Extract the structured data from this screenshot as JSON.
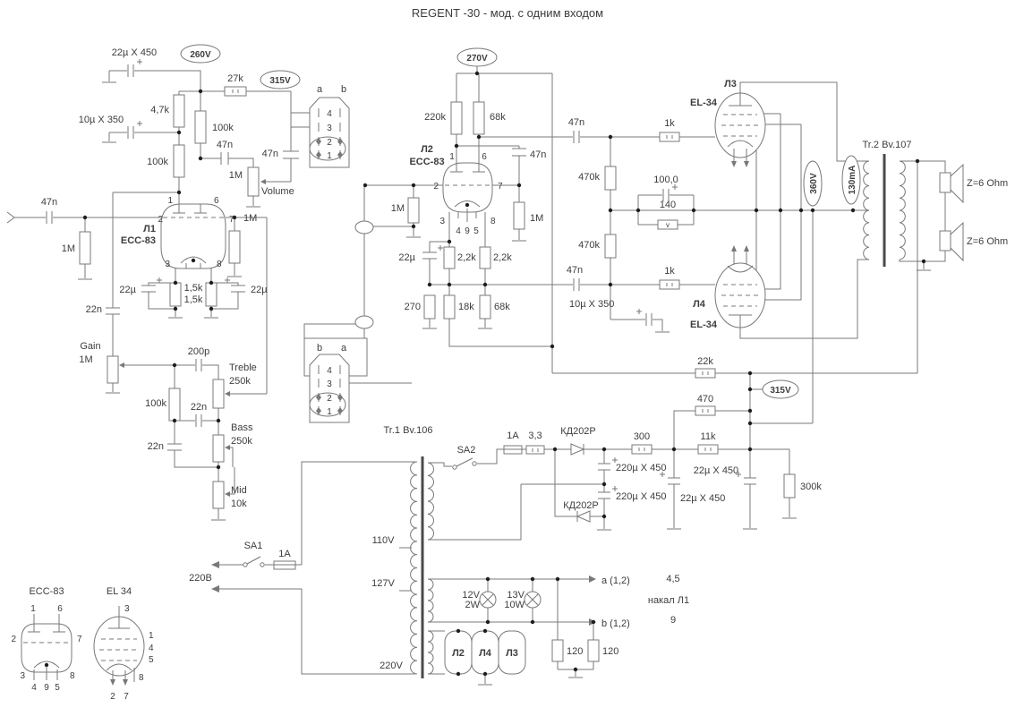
{
  "title": "REGENT -30 - мод. с одним входом",
  "labels": {
    "v260": "260V",
    "v315": "315V",
    "v270": "270V",
    "v360": "360V",
    "i130": "130mA",
    "c22u450": "22µ X 450",
    "c10u350": "10µ X 350",
    "c220u450": "220µ X 450",
    "c22u": "22µ",
    "c47n": "47n",
    "c22n": "22n",
    "c200p": "200p",
    "c100": "100,0",
    "r27k": "27k",
    "r4k7": "4,7k",
    "r100k": "100k",
    "r1m": "1M",
    "r1k5": "1,5k",
    "r250k": "250k",
    "r10k": "10k",
    "r220k": "220k",
    "r68k": "68k",
    "r2k2": "2,2k",
    "r270": "270",
    "r18k": "18k",
    "r470k": "470k",
    "r140": "140",
    "r1k": "1k",
    "r22k": "22k",
    "r470": "470",
    "r300": "300",
    "r11k": "11k",
    "r300k": "300k",
    "r3k3": "3,3",
    "r120": "120",
    "r45": "4,5",
    "volume": "Volume",
    "gain": "Gain",
    "treble": "Treble",
    "bass": "Bass",
    "mid": "Mid",
    "l1": "Л1",
    "l2": "Л2",
    "l3": "Л3",
    "l4": "Л4",
    "ecc83": "ECC-83",
    "el34": "EL-34",
    "el34s": "EL 34",
    "p1": "1",
    "p2": "2",
    "p3": "3",
    "p4": "4",
    "p5": "5",
    "p6": "6",
    "p7": "7",
    "p8": "8",
    "p9": "9",
    "a": "a",
    "b": "b",
    "a12": "a (1,2)",
    "b12": "b (1,2)",
    "nakal": "накал Л1",
    "tr1": "Tr.1 Bv.106",
    "tr2": "Tr.2 Bv.107",
    "z6": "Z=6 Ohm",
    "sa1": "SA1",
    "sa2": "SA2",
    "f1a": "1A",
    "kd202": "КД202Р",
    "v220b": "220В",
    "v110": "110V",
    "v127": "127V",
    "v220": "220V",
    "l12v": "12V",
    "l2w": "2W",
    "l13v": "13V",
    "l10w": "10W",
    "vbox": "v"
  }
}
